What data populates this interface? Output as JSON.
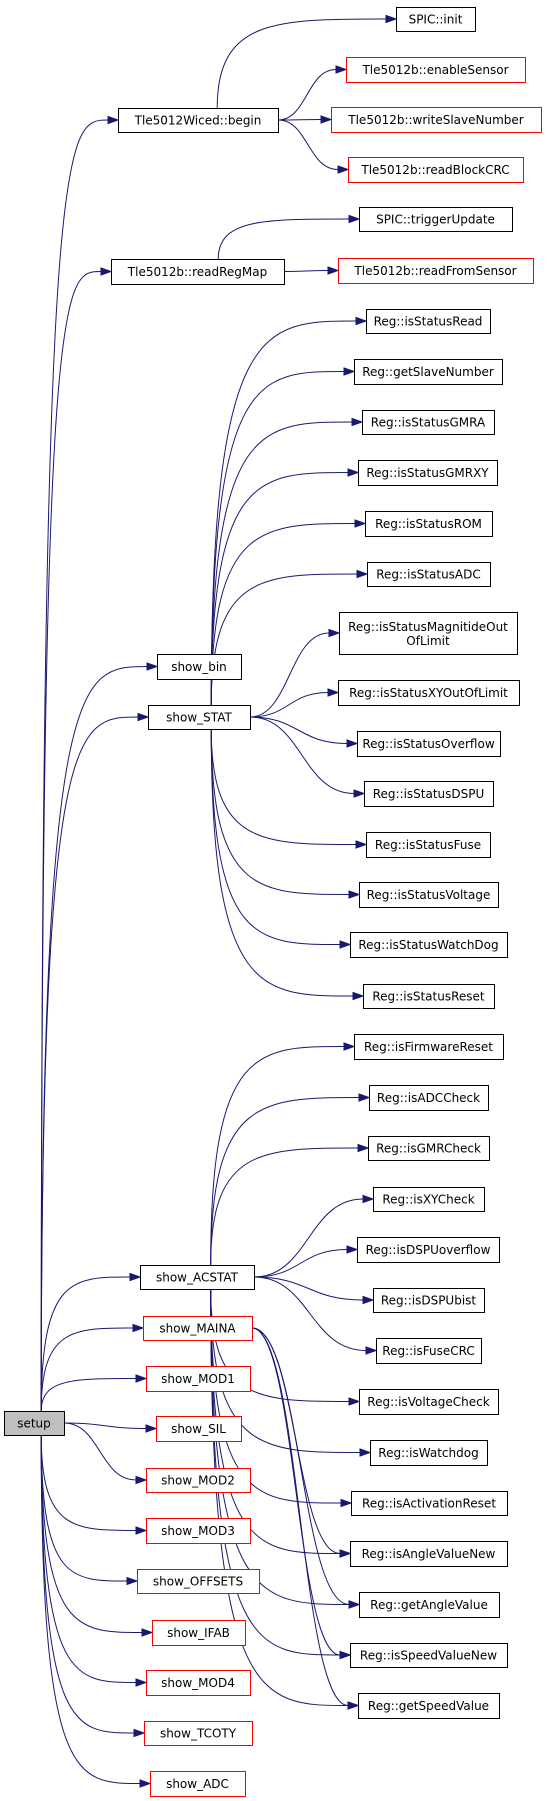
{
  "colors": {
    "edge": "#191970",
    "node_border_normal": "#000000",
    "node_border_missing": "#ff0000",
    "root_fill": "#bfbfbf",
    "node_fill": "#ffffff"
  },
  "graph": {
    "nodes": [
      {
        "id": "setup",
        "label": "setup",
        "style": "root"
      },
      {
        "id": "tle5012wiced_begin",
        "label": "Tle5012Wiced::begin",
        "style": "normal"
      },
      {
        "id": "spic_init",
        "label": "SPIC::init",
        "style": "normal"
      },
      {
        "id": "tle5012b_enablesensor",
        "label": "Tle5012b::enableSensor",
        "style": "missing"
      },
      {
        "id": "tle5012b_writeslavenumber",
        "label": "Tle5012b::writeSlaveNumber",
        "style": "missing"
      },
      {
        "id": "tle5012b_readblockcrc",
        "label": "Tle5012b::readBlockCRC",
        "style": "missing"
      },
      {
        "id": "tle5012b_readregmap",
        "label": "Tle5012b::readRegMap",
        "style": "normal"
      },
      {
        "id": "spic_triggerupdate",
        "label": "SPIC::triggerUpdate",
        "style": "normal"
      },
      {
        "id": "tle5012b_readfromsensor",
        "label": "Tle5012b::readFromSensor",
        "style": "missing"
      },
      {
        "id": "show_bin",
        "label": "show_bin",
        "style": "normal"
      },
      {
        "id": "show_stat",
        "label": "show_STAT",
        "style": "normal"
      },
      {
        "id": "reg_isstatusread",
        "label": "Reg::isStatusRead",
        "style": "normal"
      },
      {
        "id": "reg_getslavenumber",
        "label": "Reg::getSlaveNumber",
        "style": "normal"
      },
      {
        "id": "reg_isstatusgmra",
        "label": "Reg::isStatusGMRA",
        "style": "normal"
      },
      {
        "id": "reg_isstatusgmrxy",
        "label": "Reg::isStatusGMRXY",
        "style": "normal"
      },
      {
        "id": "reg_isstatusrom",
        "label": "Reg::isStatusROM",
        "style": "normal"
      },
      {
        "id": "reg_isstatusadc",
        "label": "Reg::isStatusADC",
        "style": "normal"
      },
      {
        "id": "reg_isstatusmagnitideoutoflimit",
        "label": "Reg::isStatusMagnitideOut",
        "label2": "OfLimit",
        "style": "normal"
      },
      {
        "id": "reg_isstatusxyoutoflimit",
        "label": "Reg::isStatusXYOutOfLimit",
        "style": "normal"
      },
      {
        "id": "reg_isstatusoverflow",
        "label": "Reg::isStatusOverflow",
        "style": "normal"
      },
      {
        "id": "reg_isstatusdspu",
        "label": "Reg::isStatusDSPU",
        "style": "normal"
      },
      {
        "id": "reg_isstatusfuse",
        "label": "Reg::isStatusFuse",
        "style": "normal"
      },
      {
        "id": "reg_isstatusvoltage",
        "label": "Reg::isStatusVoltage",
        "style": "normal"
      },
      {
        "id": "reg_isstatuswatchdog",
        "label": "Reg::isStatusWatchDog",
        "style": "normal"
      },
      {
        "id": "reg_isstatusreset",
        "label": "Reg::isStatusReset",
        "style": "normal"
      },
      {
        "id": "show_acstat",
        "label": "show_ACSTAT",
        "style": "normal"
      },
      {
        "id": "reg_isfirmwarereset",
        "label": "Reg::isFirmwareReset",
        "style": "normal"
      },
      {
        "id": "reg_isadccheck",
        "label": "Reg::isADCCheck",
        "style": "normal"
      },
      {
        "id": "reg_isgmrcheck",
        "label": "Reg::isGMRCheck",
        "style": "normal"
      },
      {
        "id": "reg_isxycheck",
        "label": "Reg::isXYCheck",
        "style": "normal"
      },
      {
        "id": "reg_isdspuoverflow",
        "label": "Reg::isDSPUoverflow",
        "style": "normal"
      },
      {
        "id": "reg_isdspubist",
        "label": "Reg::isDSPUbist",
        "style": "normal"
      },
      {
        "id": "reg_isfusecrc",
        "label": "Reg::isFuseCRC",
        "style": "normal"
      },
      {
        "id": "reg_isvoltagecheck",
        "label": "Reg::isVoltageCheck",
        "style": "normal"
      },
      {
        "id": "reg_iswatchdog",
        "label": "Reg::isWatchdog",
        "style": "normal"
      },
      {
        "id": "reg_isactivationreset",
        "label": "Reg::isActivationReset",
        "style": "normal"
      },
      {
        "id": "reg_isanglevaluenew",
        "label": "Reg::isAngleValueNew",
        "style": "normal"
      },
      {
        "id": "reg_getanglevalue",
        "label": "Reg::getAngleValue",
        "style": "normal"
      },
      {
        "id": "reg_isspeedvaluenew",
        "label": "Reg::isSpeedValueNew",
        "style": "normal"
      },
      {
        "id": "reg_getspeedvalue",
        "label": "Reg::getSpeedValue",
        "style": "normal"
      },
      {
        "id": "show_maina",
        "label": "show_MAINA",
        "style": "missing"
      },
      {
        "id": "show_mod1",
        "label": "show_MOD1",
        "style": "missing"
      },
      {
        "id": "show_sil",
        "label": "show_SIL",
        "style": "missing"
      },
      {
        "id": "show_mod2",
        "label": "show_MOD2",
        "style": "missing"
      },
      {
        "id": "show_mod3",
        "label": "show_MOD3",
        "style": "missing"
      },
      {
        "id": "show_offsets",
        "label": "show_OFFSETS",
        "style": "missing"
      },
      {
        "id": "show_ifab",
        "label": "show_IFAB",
        "style": "missing"
      },
      {
        "id": "show_mod4",
        "label": "show_MOD4",
        "style": "missing"
      },
      {
        "id": "show_tcoty",
        "label": "show_TCOTY",
        "style": "missing"
      },
      {
        "id": "show_adc",
        "label": "show_ADC",
        "style": "missing"
      }
    ],
    "edges": [
      [
        "setup",
        "tle5012wiced_begin"
      ],
      [
        "setup",
        "tle5012b_readregmap"
      ],
      [
        "setup",
        "show_bin"
      ],
      [
        "setup",
        "show_stat"
      ],
      [
        "setup",
        "show_acstat"
      ],
      [
        "setup",
        "show_maina"
      ],
      [
        "setup",
        "show_mod1"
      ],
      [
        "setup",
        "show_sil"
      ],
      [
        "setup",
        "show_mod2"
      ],
      [
        "setup",
        "show_mod3"
      ],
      [
        "setup",
        "show_offsets"
      ],
      [
        "setup",
        "show_ifab"
      ],
      [
        "setup",
        "show_mod4"
      ],
      [
        "setup",
        "show_tcoty"
      ],
      [
        "setup",
        "show_adc"
      ],
      [
        "tle5012wiced_begin",
        "spic_init"
      ],
      [
        "tle5012wiced_begin",
        "tle5012b_enablesensor"
      ],
      [
        "tle5012wiced_begin",
        "tle5012b_writeslavenumber"
      ],
      [
        "tle5012wiced_begin",
        "tle5012b_readblockcrc"
      ],
      [
        "tle5012b_readregmap",
        "spic_triggerupdate"
      ],
      [
        "tle5012b_readregmap",
        "tle5012b_readfromsensor"
      ],
      [
        "show_stat",
        "reg_isstatusread"
      ],
      [
        "show_stat",
        "reg_getslavenumber"
      ],
      [
        "show_stat",
        "reg_isstatusgmra"
      ],
      [
        "show_stat",
        "reg_isstatusgmrxy"
      ],
      [
        "show_stat",
        "reg_isstatusrom"
      ],
      [
        "show_stat",
        "reg_isstatusadc"
      ],
      [
        "show_stat",
        "reg_isstatusmagnitideoutoflimit"
      ],
      [
        "show_stat",
        "reg_isstatusxyoutoflimit"
      ],
      [
        "show_stat",
        "reg_isstatusoverflow"
      ],
      [
        "show_stat",
        "reg_isstatusdspu"
      ],
      [
        "show_stat",
        "reg_isstatusfuse"
      ],
      [
        "show_stat",
        "reg_isstatusvoltage"
      ],
      [
        "show_stat",
        "reg_isstatuswatchdog"
      ],
      [
        "show_stat",
        "reg_isstatusreset"
      ],
      [
        "show_acstat",
        "reg_isfirmwarereset"
      ],
      [
        "show_acstat",
        "reg_isadccheck"
      ],
      [
        "show_acstat",
        "reg_isgmrcheck"
      ],
      [
        "show_acstat",
        "reg_isxycheck"
      ],
      [
        "show_acstat",
        "reg_isdspuoverflow"
      ],
      [
        "show_acstat",
        "reg_isdspubist"
      ],
      [
        "show_acstat",
        "reg_isfusecrc"
      ],
      [
        "show_acstat",
        "reg_isvoltagecheck"
      ],
      [
        "show_acstat",
        "reg_iswatchdog"
      ],
      [
        "show_acstat",
        "reg_isactivationreset"
      ],
      [
        "show_acstat",
        "reg_isanglevaluenew"
      ],
      [
        "show_acstat",
        "reg_getanglevalue"
      ],
      [
        "show_acstat",
        "reg_isspeedvaluenew"
      ],
      [
        "show_acstat",
        "reg_getspeedvalue"
      ],
      [
        "show_maina",
        "reg_isanglevaluenew"
      ],
      [
        "show_maina",
        "reg_getanglevalue"
      ],
      [
        "show_maina",
        "reg_isspeedvaluenew"
      ],
      [
        "show_maina",
        "reg_getspeedvalue"
      ]
    ]
  }
}
